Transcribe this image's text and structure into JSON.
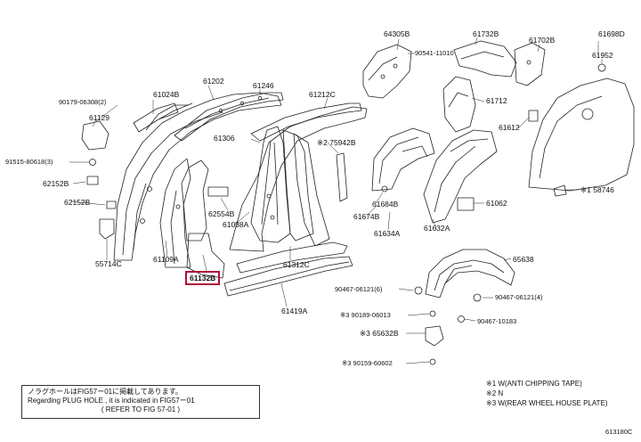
{
  "parts": {
    "p64305b": "64305B",
    "p61732b": "61732B",
    "p61702b": "61702B",
    "p61698d": "61698D",
    "p90541": "90541-11010",
    "p61952": "61952",
    "p61202": "61202",
    "p61246": "61246",
    "p61212c": "61212C",
    "p90179": "90179-06308(2)",
    "p61024b": "61024B",
    "p61712": "61712",
    "p61129": "61129",
    "p61306": "61306",
    "p75942b": "※2 75942B",
    "p61612": "61612",
    "p91515": "91515-80618(3)",
    "p62152b_1": "62152B",
    "p62152b_2": "62152B",
    "p62554b": "62554B",
    "p61684b": "61684B",
    "p61062": "61062",
    "p58746": "※1 58746",
    "p61038a": "61038A",
    "p61674b": "61674B",
    "p61634a": "61634A",
    "p61632a": "61632A",
    "p55714c": "55714C",
    "p61109a": "61109A",
    "p61312c": "61312C",
    "p65638": "65638",
    "p61132b": "61132B",
    "p90467_a": "90467-06121(6)",
    "p90467_b": "90467-06121(4)",
    "p61419a": "61419A",
    "p90189": "※3 90189-06013",
    "p90467_c": "90467-10183",
    "p65632b": "※3 65632B",
    "p90159": "※3 90159-60602"
  },
  "note": {
    "line1": "ノラグホールはFIG57ー01に掲載してあります。",
    "line2": "Regarding  PLUG HOLE , it is indicated in FIG57ー01",
    "line3": "(    REFER TO FIG 57-01    )"
  },
  "legend": {
    "l1": "※1 W(ANTI CHIPPING TAPE)",
    "l2": "※2 N",
    "l3": "※3 W(REAR WHEEL HOUSE PLATE)"
  },
  "figure_code": "613180C",
  "colors": {
    "highlight": "#b0103a",
    "line": "#222222"
  }
}
